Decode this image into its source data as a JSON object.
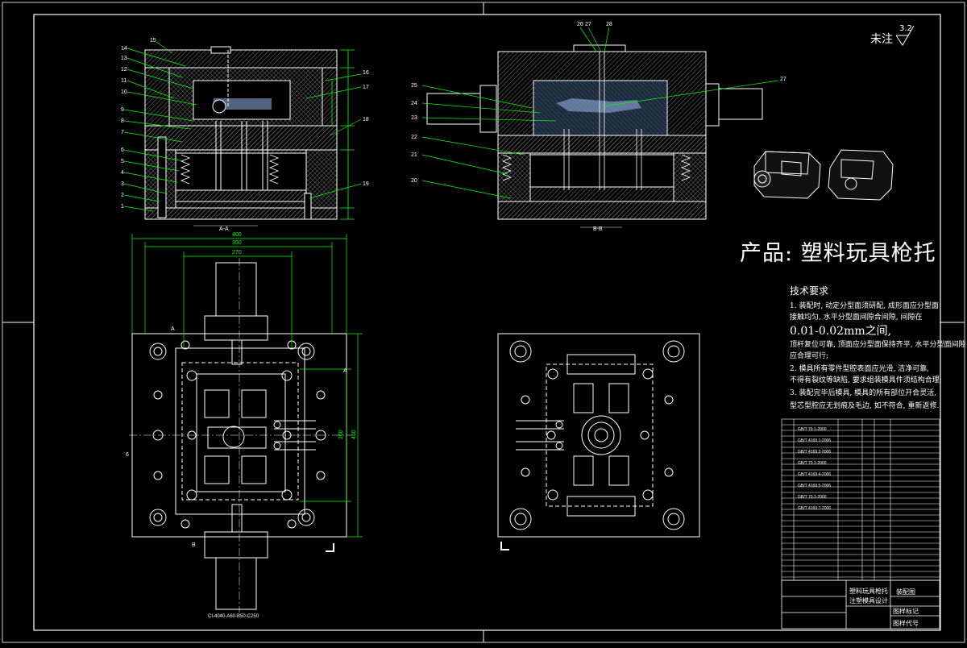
{
  "roughness": {
    "label": "未注",
    "value": "3.2"
  },
  "product_title": "产品: 塑料玩具枪托",
  "tech_requirements": {
    "heading": "技术要求",
    "lines": [
      "1. 装配时, 动定分型面须研配, 成形面应分型面",
      "接触均匀, 水平分型面间隙合间隙, 间隙在",
      "0.01-0.02mm之间,",
      "顶杆复位可靠, 顶面应分型面保持齐平, 水平分型面间隙",
      "应合理可行;",
      "2. 模具所有零件型腔表面应光滑, 洁净可靠,",
      "不得有裂纹等缺陷, 要求组装模具件须结构合理;",
      "3. 装配完毕后模具, 模具的所有部位开合灵活,",
      "型芯型腔应无划痕及毛边, 如不符合, 重新返修."
    ]
  },
  "title_block": {
    "name1": "塑料玩具枪托",
    "name2": "注塑模具设计",
    "label_assembly": "装配图",
    "label_scale": "图样标记",
    "label_code": "图样代号"
  },
  "bom_sample": [
    "GB/T 70.1-2000",
    "GB/T 4169.1-2006",
    "GB/T 4169.2-2006",
    "GB/T 70.1-2000",
    "GB/T 4169.4-2006",
    "GB/T 4169.5-2006",
    "GB/T 70.1-2000",
    "GB/T 4169.7-2006"
  ],
  "part_numbers_left": [
    "14",
    "13",
    "12",
    "11",
    "10",
    "9",
    "8",
    "7",
    "6",
    "5",
    "4",
    "3",
    "2",
    "1",
    "15",
    "16",
    "17",
    "18",
    "19"
  ],
  "part_numbers_right": [
    "26",
    "27",
    "28",
    "25",
    "24",
    "23",
    "22",
    "21",
    "20",
    "27"
  ],
  "dimensions": {
    "plan_width_outer": "400",
    "plan_width_mid": "350",
    "plan_width_inner": "270",
    "plan_height_inner": "260",
    "plan_height_outer": "450",
    "section_label_left": "A-A",
    "section_label_right": "B-B",
    "bottom_code": "CI-4040-A60-B50-C250",
    "mark_A": "A",
    "mark_B": "B",
    "mark_6": "6"
  },
  "colors": {
    "border": "#ffffff",
    "outline": "#ffffff",
    "hatch": "#6a6a6a",
    "leader": "#00ff00",
    "dimension": "#00ff00",
    "hidden": "#ffff66",
    "highlight": "#9db8e8"
  }
}
